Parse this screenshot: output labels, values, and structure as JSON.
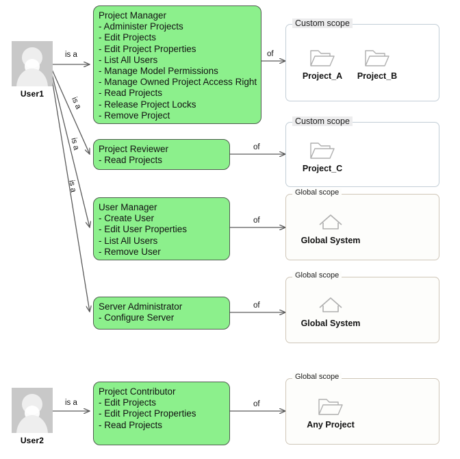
{
  "diagram": {
    "title": "Role and scope assignment diagram",
    "colors": {
      "role_fill": "#8cf08c",
      "role_border": "#4d5c4d",
      "custom_scope_border": "#c2cdd6",
      "global_scope_border": "#cfc6b8",
      "avatar_bg": "#c8c8c8",
      "edge": "#5a5a5a"
    }
  },
  "actors": [
    {
      "id": "user1",
      "label": "User1",
      "icon": "user-avatar-icon"
    },
    {
      "id": "user2",
      "label": "User2",
      "icon": "user-avatar-icon"
    }
  ],
  "roles": [
    {
      "id": "project-manager",
      "name": "Project Manager",
      "permissions": [
        "- Administer Projects",
        "- Edit Projects",
        "- Edit Project Properties",
        "- List All Users",
        "- Manage Model Permissions",
        "- Manage Owned Project Access Right",
        "- Read Projects",
        "- Release Project Locks",
        "- Remove Project"
      ]
    },
    {
      "id": "project-reviewer",
      "name": "Project Reviewer",
      "permissions": [
        "- Read Projects"
      ]
    },
    {
      "id": "user-manager",
      "name": "User Manager",
      "permissions": [
        "- Create User",
        "- Edit User Properties",
        "- List All Users",
        "- Remove User"
      ]
    },
    {
      "id": "server-administrator",
      "name": "Server Administrator",
      "permissions": [
        "- Configure Server"
      ]
    },
    {
      "id": "project-contributor",
      "name": "Project Contributor",
      "permissions": [
        "- Edit Projects",
        "- Edit Project Properties",
        "- Read Projects"
      ]
    }
  ],
  "scopes": [
    {
      "id": "scope-project-ab",
      "legend": "Custom scope",
      "kind": "custom",
      "items": [
        {
          "label": "Project_A",
          "icon": "folder-icon"
        },
        {
          "label": "Project_B",
          "icon": "folder-icon"
        }
      ]
    },
    {
      "id": "scope-project-c",
      "legend": "Custom scope",
      "kind": "custom",
      "items": [
        {
          "label": "Project_C",
          "icon": "folder-icon"
        }
      ]
    },
    {
      "id": "scope-global-user-manager",
      "legend": "Global scope",
      "kind": "global",
      "items": [
        {
          "label": "Global System",
          "icon": "house-icon"
        }
      ]
    },
    {
      "id": "scope-global-server-admin",
      "legend": "Global scope",
      "kind": "global",
      "items": [
        {
          "label": "Global System",
          "icon": "house-icon"
        }
      ]
    },
    {
      "id": "scope-global-any-project",
      "legend": "Global scope",
      "kind": "global",
      "items": [
        {
          "label": "Any Project",
          "icon": "folder-icon"
        }
      ]
    }
  ],
  "edges": {
    "is_a": "is a",
    "of": "of",
    "labels": [
      {
        "id": "is-a-pm",
        "text": "is a"
      },
      {
        "id": "is-a-reviewer",
        "text": "is a"
      },
      {
        "id": "is-a-user-manager",
        "text": "is a"
      },
      {
        "id": "is-a-server-admin",
        "text": "is a"
      },
      {
        "id": "is-a-contributor",
        "text": "is a"
      },
      {
        "id": "of-pm",
        "text": "of"
      },
      {
        "id": "of-reviewer",
        "text": "of"
      },
      {
        "id": "of-user-manager",
        "text": "of"
      },
      {
        "id": "of-server-admin",
        "text": "of"
      },
      {
        "id": "of-contributor",
        "text": "of"
      }
    ]
  }
}
